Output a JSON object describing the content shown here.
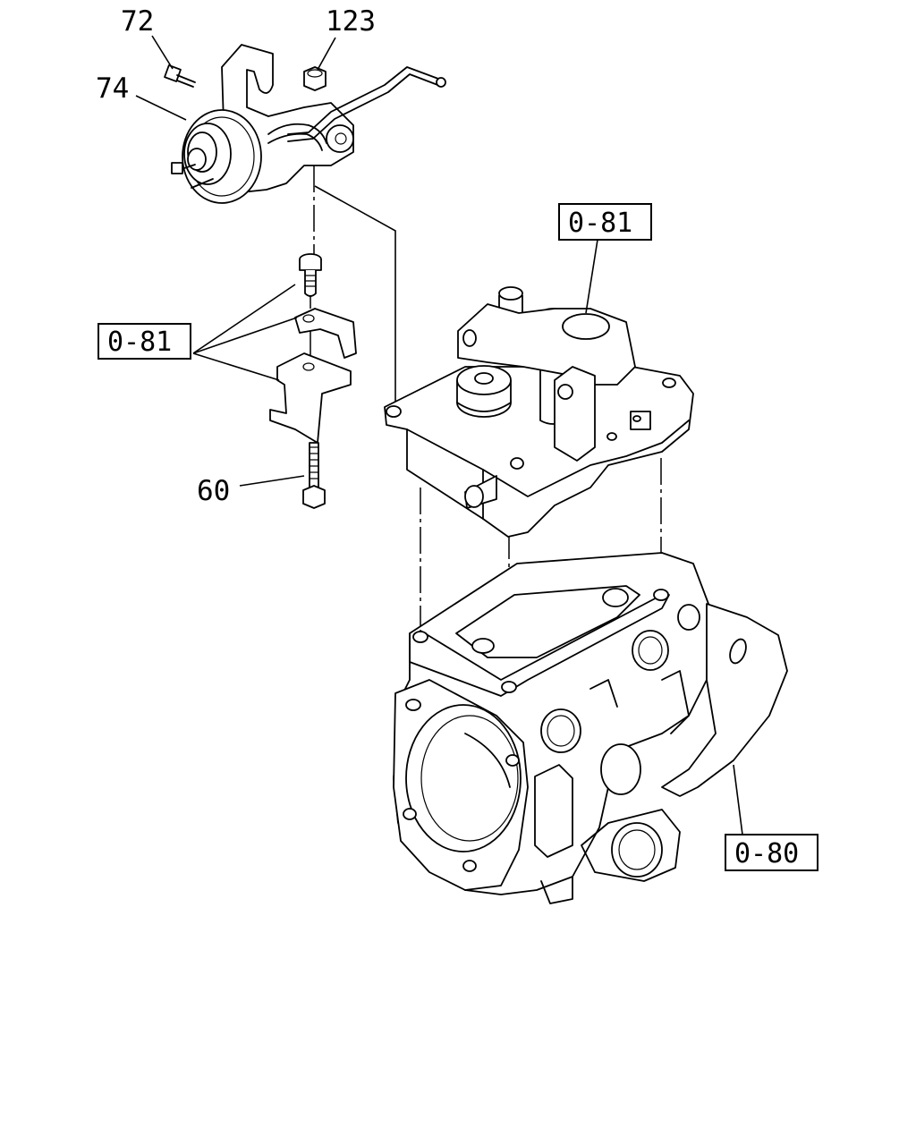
{
  "callouts": {
    "p72": "72",
    "p123": "123",
    "p74": "74",
    "p60": "60"
  },
  "refs": {
    "ref_top": "0-81",
    "ref_left": "0-81",
    "ref_bottom": "0-80"
  }
}
